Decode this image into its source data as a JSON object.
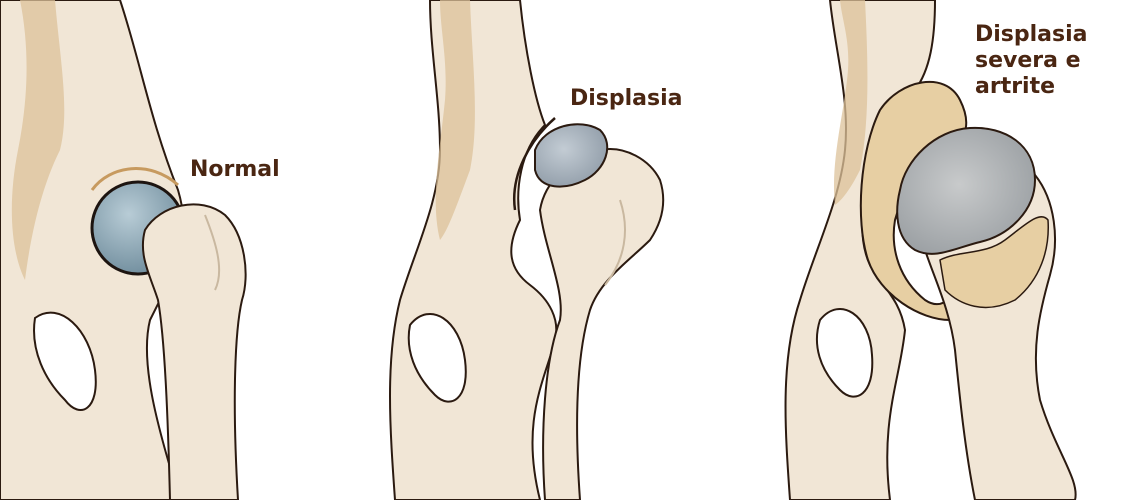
{
  "labels": {
    "normal": "Normal",
    "displasia": "Displasia",
    "severe": [
      "Displasia",
      "severa e",
      "artrite"
    ]
  },
  "colors": {
    "bone": "#f1e6d6",
    "bone_shadow": "#dcc29a",
    "outline": "#2b1a10",
    "cartilage_normal": "#8fa8b5",
    "cartilage_dysplasia": "#a8b3bd",
    "cartilage_arthritis": "#b0b4b8",
    "osteophyte": "#e7cfa3",
    "label": "#4a2612"
  }
}
